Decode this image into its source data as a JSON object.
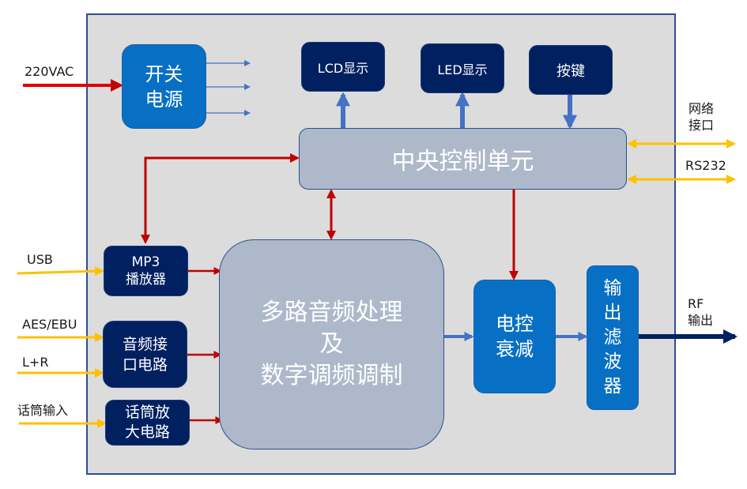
{
  "diagram": {
    "type": "block-diagram",
    "colors": {
      "frame_fill": "#dcdcdc",
      "frame_border": "#2f4f8f",
      "navy_block": "#002060",
      "blue_block": "#0870c4",
      "grey_block": "#adb9ca",
      "red_signal": "#c00000",
      "yellow_io": "#ffc000",
      "blue_arrow": "#4472c4",
      "rf_arrow": "#002060"
    },
    "blocks": {
      "power": "开关\n电源",
      "lcd": "LCD显示",
      "led": "LED显示",
      "keys": "按键",
      "cpu": "中央控制单元",
      "mp3": "MP3\n播放器",
      "audio_if": "音频接\n口电路",
      "mic_amp": "话筒放\n大电路",
      "dsp": "多路音频处理\n及\n数字调频调制",
      "attenuator": "电控\n衰减",
      "filter": "输\n出\n滤\n波\n器"
    },
    "external_labels": {
      "ac_in": "220VAC",
      "usb": "USB",
      "aes": "AES/EBU",
      "lr": "L+R",
      "mic": "话筒输入",
      "network": "网络\n接口",
      "rs232": "RS232",
      "rf_out": "RF\n输出"
    },
    "connections": [
      {
        "from": "220VAC",
        "to": "power",
        "style": "red"
      },
      {
        "from": "power",
        "to": "outputs x3",
        "style": "thin-blue"
      },
      {
        "from": "cpu",
        "to": "lcd",
        "style": "blue"
      },
      {
        "from": "cpu",
        "to": "led",
        "style": "blue"
      },
      {
        "from": "keys",
        "to": "cpu",
        "style": "blue"
      },
      {
        "from": "mp3",
        "to": "cpu",
        "style": "red-bidirectional"
      },
      {
        "from": "cpu",
        "to": "dsp",
        "style": "red-bidirectional"
      },
      {
        "from": "cpu",
        "to": "attenuator",
        "style": "red"
      },
      {
        "from": "network",
        "to": "cpu",
        "style": "yellow-bidirectional"
      },
      {
        "from": "rs232",
        "to": "cpu",
        "style": "yellow-bidirectional"
      },
      {
        "from": "USB",
        "to": "mp3",
        "style": "yellow"
      },
      {
        "from": "AES/EBU",
        "to": "audio_if",
        "style": "yellow"
      },
      {
        "from": "L+R",
        "to": "audio_if",
        "style": "yellow"
      },
      {
        "from": "话筒输入",
        "to": "mic_amp",
        "style": "yellow"
      },
      {
        "from": "mp3",
        "to": "dsp",
        "style": "red"
      },
      {
        "from": "audio_if",
        "to": "dsp",
        "style": "red"
      },
      {
        "from": "mic_amp",
        "to": "dsp",
        "style": "red"
      },
      {
        "from": "dsp",
        "to": "attenuator",
        "style": "blue"
      },
      {
        "from": "attenuator",
        "to": "filter",
        "style": "blue"
      },
      {
        "from": "filter",
        "to": "RF输出",
        "style": "navy"
      }
    ]
  }
}
